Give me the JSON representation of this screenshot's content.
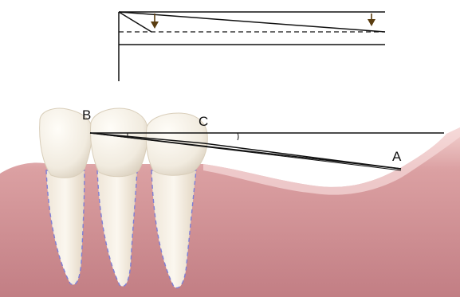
{
  "labels": {
    "b": "B",
    "c": "C",
    "a": "A"
  },
  "colors": {
    "line": "#111111",
    "arrow": "#5a3d10",
    "gum": "#c98c90",
    "gum_highlight": "#f0c9c8",
    "tooth": "#f4efe6",
    "tooth_shadow": "#dcd2c2",
    "root_outline": "#7f7fd6"
  }
}
